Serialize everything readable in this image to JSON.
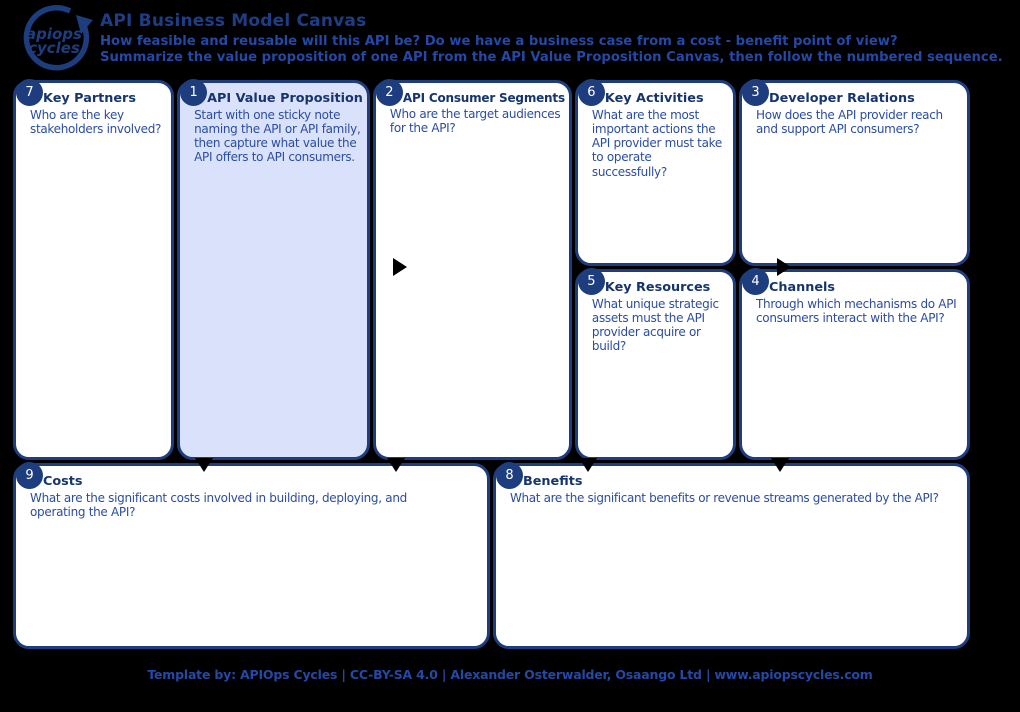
{
  "colors": {
    "background": "#000000",
    "navy_border": "#1e3d7e",
    "title_text": "#16356e",
    "body_text": "#2b4da1",
    "header_title": "#1d3e85",
    "header_subtitle": "#2448a5",
    "highlight_fill": "#d9e2fa",
    "box_fill": "#ffffff"
  },
  "header": {
    "logo": {
      "line1": "apiops",
      "line2": "cycles"
    },
    "title": "API Business Model Canvas",
    "subtitle1": "How feasible and reusable will this API be? Do we have a business case from a cost - benefit point of view?",
    "subtitle2": "Summarize the value proposition of one API from the API Value Proposition Canvas, then follow the numbered sequence."
  },
  "boxes": [
    {
      "number": "7",
      "title": "Key Partners",
      "body": "Who are the key stakeholders involved?"
    },
    {
      "number": "6",
      "title": "Key Activities",
      "body": "What are the most important actions the API provider must take to operate successfully?"
    },
    {
      "number": "1",
      "title": "API Value Proposition",
      "body": "Start with one sticky note naming the API or API family, then capture what value the API offers to API consumers."
    },
    {
      "number": "3",
      "title": "Developer Relations",
      "body": "How does the API provider reach and support API consumers?"
    },
    {
      "number": "2",
      "title": "API Consumer Segments",
      "body": "Who are the target audiences for the API?"
    },
    {
      "number": "5",
      "title": "Key Resources",
      "body": "What unique strategic assets must the API provider acquire or build?"
    },
    {
      "number": "4",
      "title": "Channels",
      "body": "Through which mechanisms do API consumers interact with the API?"
    },
    {
      "number": "9",
      "title": "Costs",
      "body": "What are the significant costs involved in building, deploying, and operating the API?"
    },
    {
      "number": "8",
      "title": "Benefits",
      "body": "What are the significant benefits or revenue streams generated by the API?"
    }
  ],
  "footer": {
    "text": "Template by: APIOps Cycles | CC-BY-SA 4.0 | Alexander Osterwalder, Osaango Ltd | www.apiopscycles.com"
  }
}
